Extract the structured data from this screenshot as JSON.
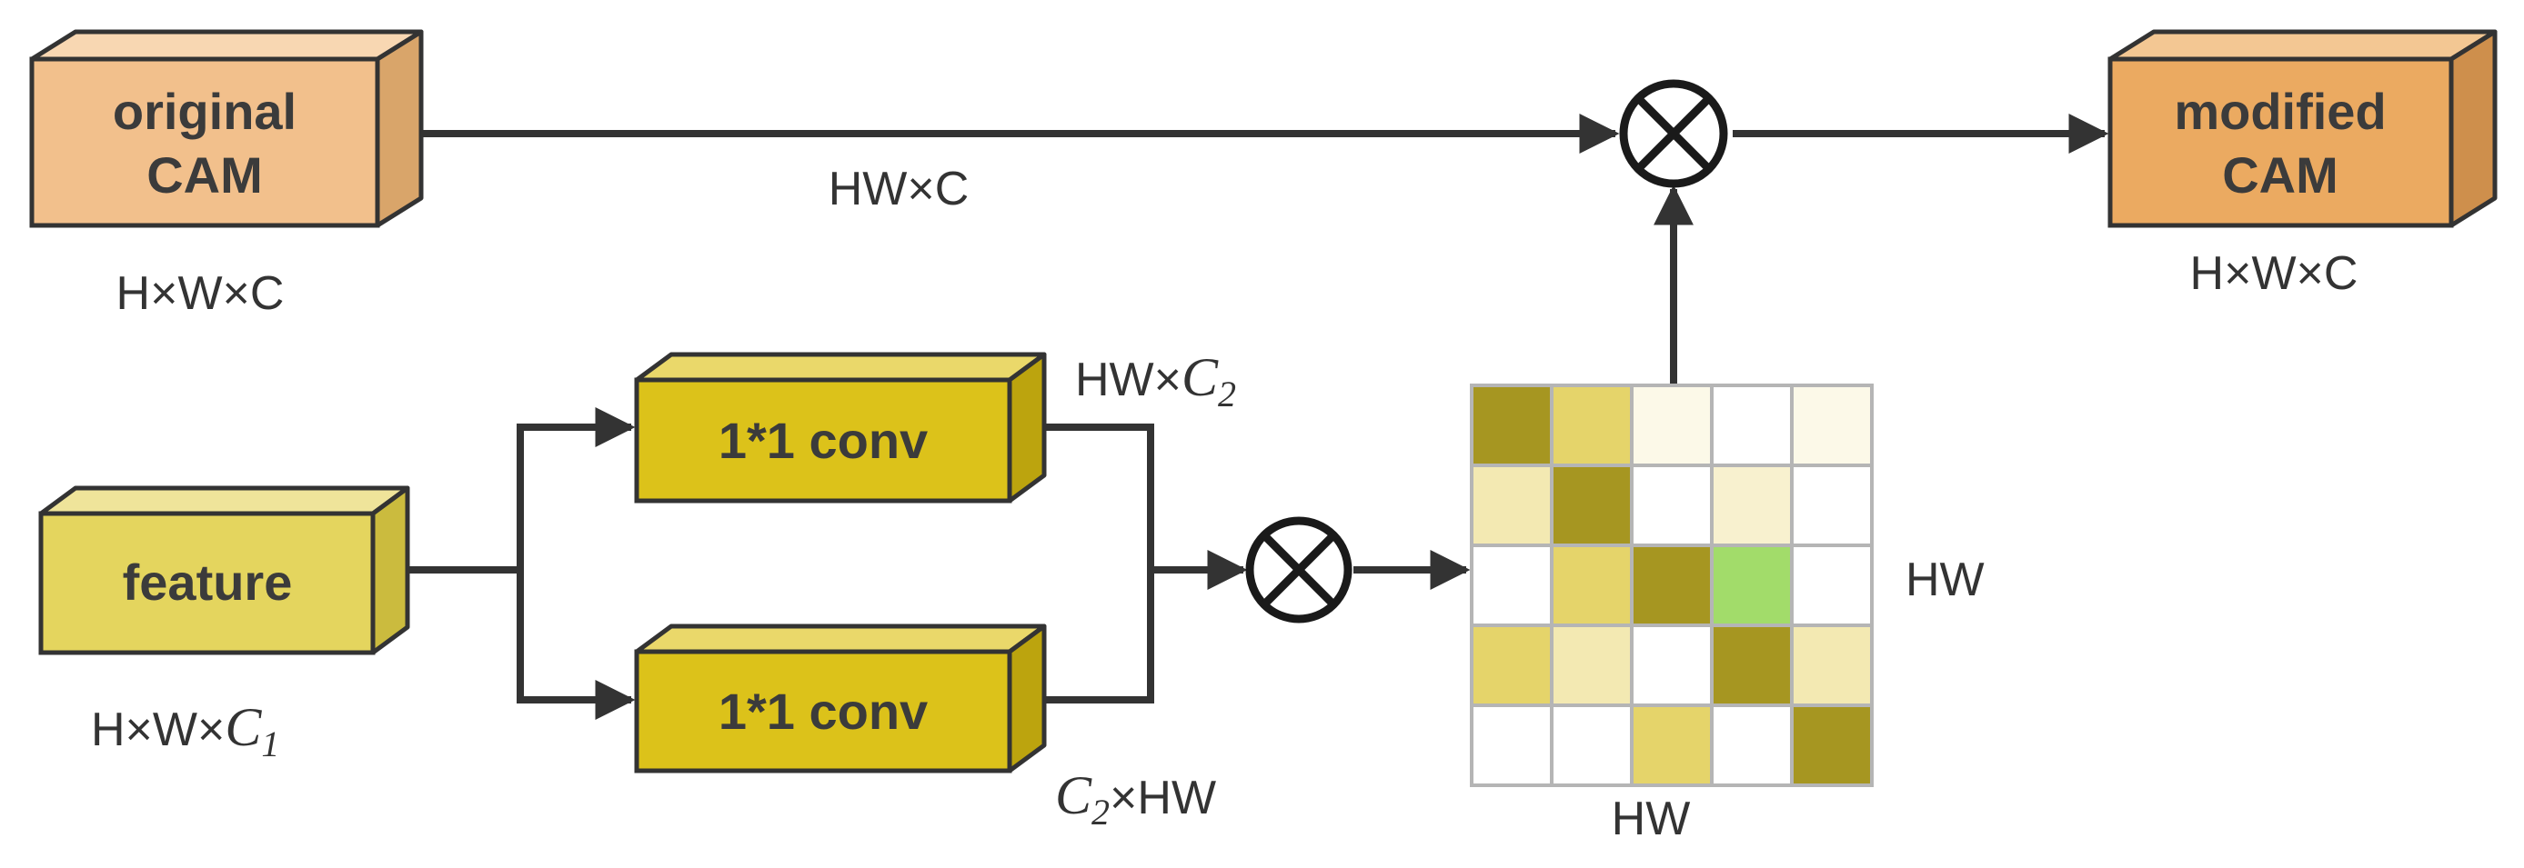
{
  "colors": {
    "cam_front": "#F2C08C",
    "cam_top": "#F8D7B2",
    "cam_side": "#D9A56A",
    "mod_front": "#EBAA61",
    "mod_top": "#F3C793",
    "mod_side": "#CE8F4C",
    "feat_front": "#E4D55E",
    "feat_top": "#EFE49A",
    "feat_side": "#CBBB3E",
    "conv_front": "#DCC21A",
    "conv_top": "#EAD86A",
    "conv_side": "#BCA40E",
    "line": "#333333",
    "grid_line": "#b5b5b5"
  },
  "boxes": {
    "original_cam": {
      "line1": "original",
      "line2": "CAM"
    },
    "modified_cam": {
      "line1": "modified",
      "line2": "CAM"
    },
    "feature": {
      "label": "feature"
    },
    "conv_top": {
      "label": "1*1 conv"
    },
    "conv_bottom": {
      "label": "1*1 conv"
    }
  },
  "labels": {
    "original_dims": "H×W×C",
    "top_arrow_dims": "HW×C",
    "modified_dims": "H×W×C",
    "feature_dims_prefix": "H×W×",
    "feature_dims_sym": "C",
    "feature_dims_sub": "1",
    "conv_top_dims_prefix": "HW×",
    "conv_top_dims_sym": "C",
    "conv_top_dims_sub": "2",
    "conv_bottom_dims_sym": "C",
    "conv_bottom_dims_sub": "2",
    "conv_bottom_dims_suffix": "×HW",
    "matrix_right": "HW",
    "matrix_bottom": "HW"
  },
  "affinity_matrix": {
    "rows": [
      [
        "#A69621",
        "#E5D46A",
        "#FCF9E8",
        "#FFFFFF",
        "#FCF9E8"
      ],
      [
        "#F3E9B2",
        "#A69621",
        "#FFFFFF",
        "#F8F1CF",
        "#FFFFFF"
      ],
      [
        "#FFFFFF",
        "#E5D46A",
        "#A69621",
        "#A2DC6A",
        "#FFFFFF"
      ],
      [
        "#E5D46A",
        "#F3E9B2",
        "#FFFFFF",
        "#A69621",
        "#F3E9B2"
      ],
      [
        "#FFFFFF",
        "#FFFFFF",
        "#E5D46A",
        "#FFFFFF",
        "#A69621"
      ]
    ]
  }
}
